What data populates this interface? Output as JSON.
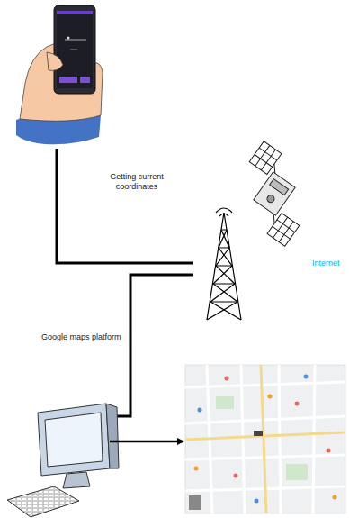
{
  "diagram": {
    "labels": [
      "Getting current coordinates",
      "Internet",
      "Google maps platform"
    ]
  }
}
